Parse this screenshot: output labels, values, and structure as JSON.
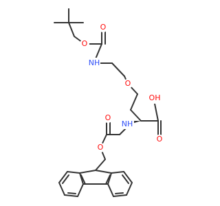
{
  "molecule": {
    "colors": {
      "bond": "#333333",
      "oxygen": "#ff0d0d",
      "nitrogen": "#3050f8",
      "background": "#ffffff"
    },
    "atom_labels": {
      "o_boc_ester": "O",
      "o_boc_carbonyl": "O",
      "nh_boc": "NH",
      "o_ether": "O",
      "oh_acid": "OH",
      "o_acid_carbonyl": "O",
      "nh_fmoc": "NH",
      "o_fmoc_carbonyl": "O",
      "o_fmoc_ester": "O"
    }
  }
}
